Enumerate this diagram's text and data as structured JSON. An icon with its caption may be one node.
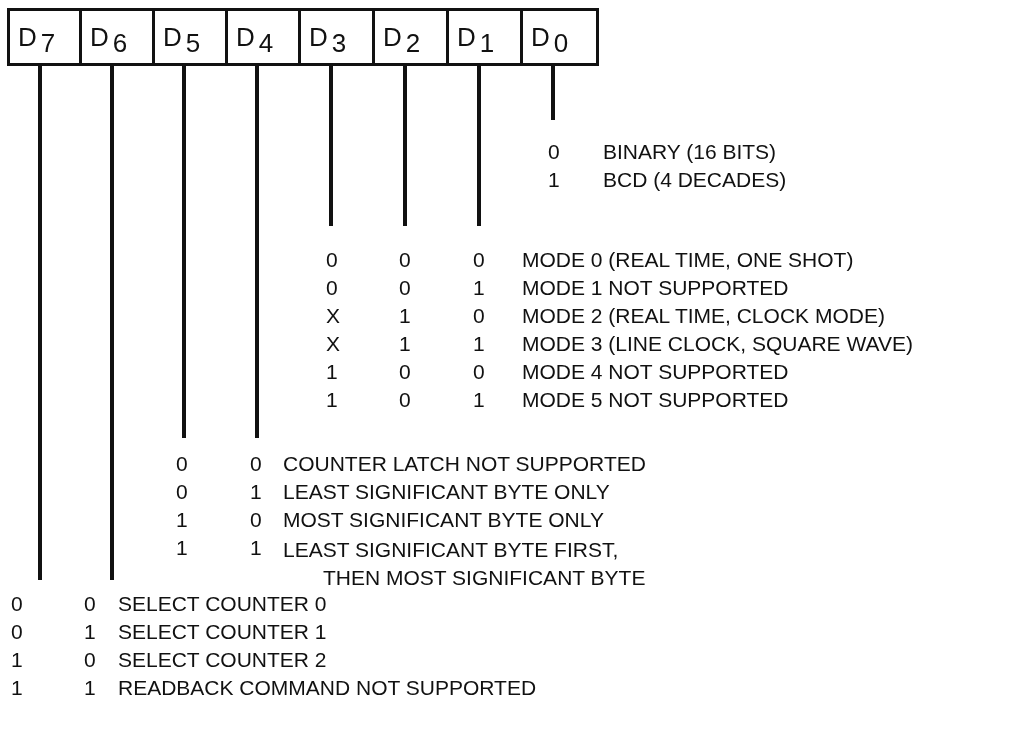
{
  "diagram": {
    "nodes": [
      {
        "text": [
          "D$_{7}$"
        ]
      },
      {
        "text": [
          "D$_{6}$"
        ]
      },
      {
        "text": [
          "D$_{5}$"
        ]
      },
      {
        "text": [
          "D$_{4}$"
        ]
      },
      {
        "text": [
          "D$_{3}$"
        ]
      },
      {
        "text": [
          "D$_{2}$"
        ]
      },
      {
        "text": [
          "D$_{1}$"
        ]
      },
      {
        "text": [
          "D$_{0}$"
        ]
      }
    ],
    "edges": [
      {
        "from": 0,
        "to": null,
        "arrow": "none"
      },
      {
        "from": 1,
        "to": null,
        "arrow": "none"
      },
      {
        "from": 2,
        "to": null,
        "arrow": "none"
      },
      {
        "from": 3,
        "to": null,
        "arrow": "none"
      },
      {
        "from": 4,
        "to": null,
        "arrow": "none"
      },
      {
        "from": 5,
        "to": null,
        "arrow": "none"
      },
      {
        "from": 6,
        "to": null,
        "arrow": "none"
      },
      {
        "from": 7,
        "to": null,
        "arrow": "none"
      }
    ],
    "labels": [
      "0",
      "BINARY (16 BITS)",
      "1",
      "BCD (4 DECADES)",
      "0",
      "0",
      "0",
      "MODE 0 (REAL TIME, ONE SHOT)",
      "0",
      "0",
      "1",
      "MODE 1 NOT SUPPORTED",
      "X",
      "1",
      "0",
      "MODE 2 (REAL TIME, CLOCK MODE)",
      "X",
      "1",
      "1",
      "MODE 3 (LINE CLOCK, SQUARE WAVE)",
      "1",
      "0",
      "0",
      "MODE 4 NOT SUPPORTED",
      "1",
      "0",
      "1",
      "MODE 5 NOT SUPPORTED",
      "0",
      "0",
      "COUNTER LATCH NOT SUPPORTED",
      "0",
      "1",
      "LEAST SIGNIFICANT BYTE ONLY",
      "1",
      "0",
      "MOST SIGNIFICANT BYTE ONLY",
      "1",
      "1",
      "LEAST SIGNIFICANT BYTE FIRST, THEN MOST SIGNIFICANT BYTE",
      "0",
      "0",
      "SELECT COUNTER 0",
      "0",
      "1",
      "SELECT COUNTER 1",
      "1",
      "0",
      "SELECT COUNTER 2",
      "1",
      "1",
      "READBACK COMMAND NOT SUPPORTED"
    ]
  }
}
